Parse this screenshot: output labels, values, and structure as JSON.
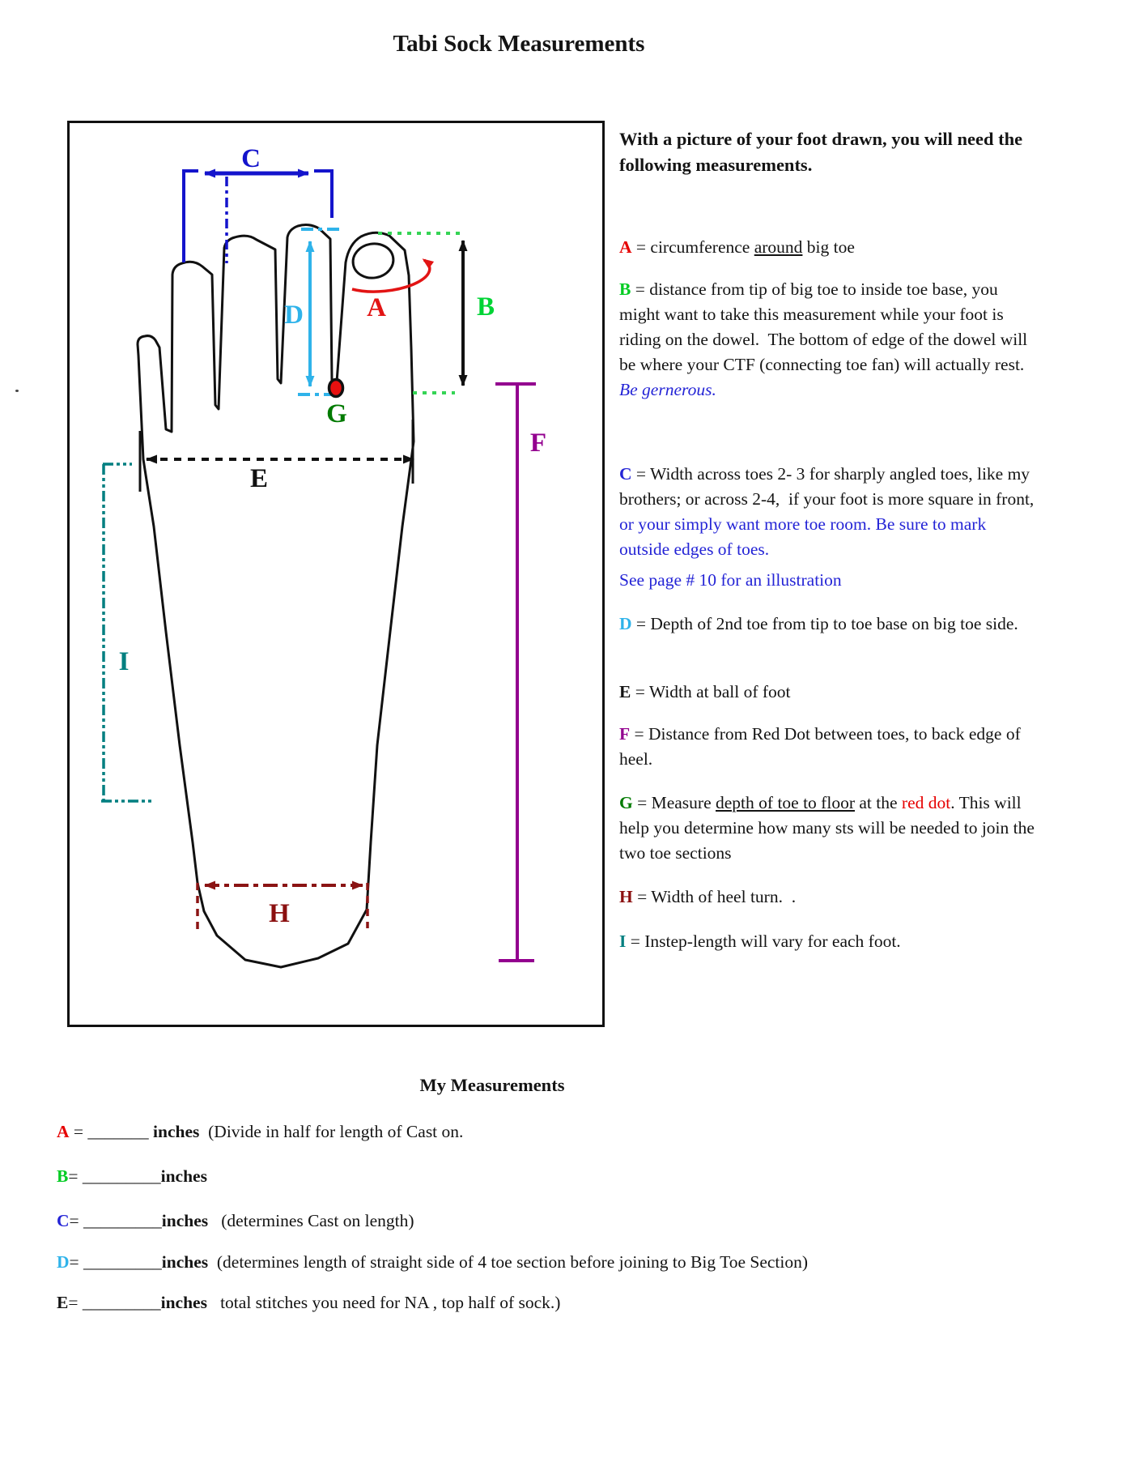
{
  "page": {
    "title": "Tabi Sock Measurements"
  },
  "colors": {
    "a_red": "#e60000",
    "b_green": "#00cc22",
    "c_blue": "#2424d6",
    "d_cyan": "#2fb3ea",
    "e_black": "#141414",
    "f_purple": "#93008f",
    "g_dark_green": "#007a00",
    "h_maroon": "#8b1010",
    "i_teal": "#007f80",
    "red_dot": "#e81010",
    "dotted_green": "#35d455"
  },
  "diagram": {
    "labels": {
      "A": "A",
      "B": "B",
      "C": "C",
      "D": "D",
      "E": "E",
      "F": "F",
      "G": "G",
      "H": "H",
      "I": "I"
    }
  },
  "descriptions": {
    "heading": [
      {
        "t": "With a picture of your foot drawn, you will need the following measurements.",
        "b": true
      }
    ],
    "a": [
      {
        "t": "A",
        "c": "red",
        "b": true
      },
      {
        "t": " = circumference "
      },
      {
        "t": "around",
        "u": true
      },
      {
        "t": " big toe"
      }
    ],
    "b": [
      {
        "t": "B",
        "c": "green",
        "b": true
      },
      {
        "t": " = distance from tip of big toe to inside toe base, you might want to take this measurement while your foot is riding on the dowel.  The bottom of edge of the dowel will be where your CTF (connecting toe fan) will actually rest. "
      },
      {
        "t": "Be gernerous.",
        "c": "blue",
        "i": true
      }
    ],
    "c": [
      {
        "t": "C",
        "c": "blue",
        "b": true
      },
      {
        "t": " = Width across toes 2- 3 for sharply angled toes, like my brothers; or across 2-4,  if your foot is more square in front, "
      },
      {
        "t": "or your simply want more toe room. Be sure to mark outside edges of toes.",
        "c": "blue"
      }
    ],
    "see_page": [
      {
        "t": "See page # 10 for an illustration",
        "c": "blue"
      }
    ],
    "d": [
      {
        "t": "D",
        "c": "cyan",
        "b": true
      },
      {
        "t": " = Depth of 2nd toe from tip to toe base on big toe side."
      }
    ],
    "e": [
      {
        "t": "E",
        "b": true
      },
      {
        "t": " = Width at ball of foot"
      }
    ],
    "f": [
      {
        "t": "F",
        "c": "purple",
        "b": true
      },
      {
        "t": " = Distance from Red Dot between toes, to back edge of heel."
      }
    ],
    "g": [
      {
        "t": "G",
        "c": "dkgreen",
        "b": true
      },
      {
        "t": " = Measure "
      },
      {
        "t": "depth of toe to floor",
        "u": true
      },
      {
        "t": " at the "
      },
      {
        "t": "red dot",
        "c": "red"
      },
      {
        "t": ". This will help you determine how many sts will be needed to join the two toe sections"
      }
    ],
    "h": [
      {
        "t": "H",
        "c": "maroon",
        "b": true
      },
      {
        "t": " = Width of heel turn.  ."
      }
    ],
    "i": [
      {
        "t": "I",
        "c": "teal",
        "b": true
      },
      {
        "t": " = Instep-length will vary for each foot."
      }
    ]
  },
  "my_measurements": {
    "heading": "My Measurements",
    "rows": {
      "a": [
        {
          "t": "A",
          "c": "red",
          "b": true
        },
        {
          "t": " = "
        },
        {
          "t": "_______"
        },
        {
          "t": " "
        },
        {
          "t": "inches",
          "b": true
        },
        {
          "t": "  (Divide in half for length of Cast on."
        }
      ],
      "b": [
        {
          "t": "B",
          "c": "green",
          "b": true
        },
        {
          "t": "= "
        },
        {
          "t": "_________"
        },
        {
          "t": "inches",
          "b": true
        }
      ],
      "c": [
        {
          "t": "C",
          "c": "blue",
          "b": true
        },
        {
          "t": "= "
        },
        {
          "t": "_________"
        },
        {
          "t": "inches",
          "b": true
        },
        {
          "t": "   (determines Cast on length)"
        }
      ],
      "d": [
        {
          "t": "D",
          "c": "cyan",
          "b": true
        },
        {
          "t": "= "
        },
        {
          "t": "_________"
        },
        {
          "t": "inches",
          "b": true
        },
        {
          "t": "  (determines length of straight side of 4 toe section before joining to Big Toe Section)"
        }
      ],
      "e": [
        {
          "t": "E",
          "b": true
        },
        {
          "t": "= "
        },
        {
          "t": "_________"
        },
        {
          "t": "inches",
          "b": true
        },
        {
          "t": "   total stitches you need for NA , top half of sock.)"
        }
      ]
    }
  }
}
